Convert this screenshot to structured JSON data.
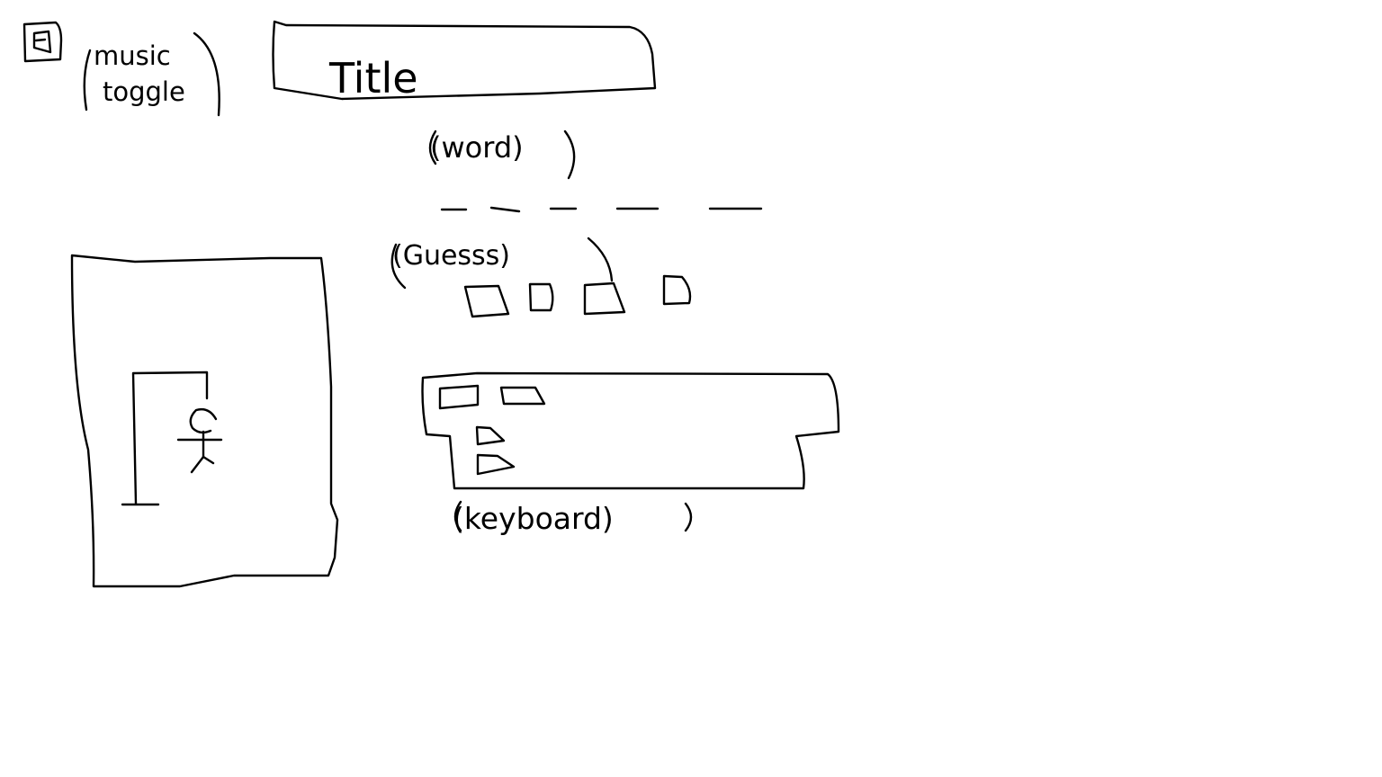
{
  "music_toggle": {
    "icon": "speaker-icon",
    "label_line1": "music",
    "label_line2": "toggle"
  },
  "title_box": {
    "text": "Title"
  },
  "word": {
    "annotation": "(word)",
    "blank_count": 5
  },
  "guesses": {
    "annotation": "(Guesss)",
    "box_count": 4
  },
  "hangman_panel": {
    "figure": "hangman-figure"
  },
  "keyboard": {
    "annotation": "(keyboard)"
  }
}
